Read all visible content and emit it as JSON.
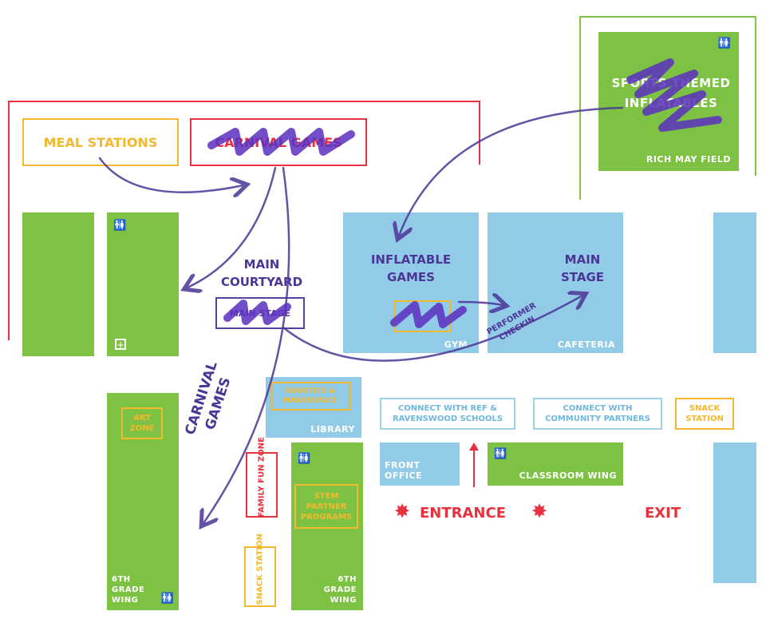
{
  "colors": {
    "building_green": "#7dc242",
    "building_blue": "#92cbe8",
    "accent_red": "#e8313f",
    "accent_yellow": "#f2b82e",
    "accent_purple": "#4b3596",
    "outline_teal": "#9fd3ea"
  },
  "labels": {
    "meal_stations": "MEAL STATIONS",
    "carnival_games_box": "CARNIVAL GAMES",
    "sports_inflatables": "SPORTS THEMED INFLATABLES",
    "rich_may_field": "RICH MAY FIELD",
    "main_courtyard": "MAIN COURTYARD",
    "main_stage_box": "MAIN STAGE",
    "inflatable_games": "INFLATABLE GAMES",
    "gym": "GYM",
    "main_stage_cafeteria": "MAIN STAGE",
    "cafeteria": "CAFETERIA",
    "performer_checkin": "PERFORMER CHECKIN",
    "carnival_games_side": "CARNIVAL GAMES",
    "robotics": "ROBOTICS & MAKERSPACE",
    "library": "LIBRARY",
    "connect_ref": "CONNECT WITH REF & RAVENSWOOD SCHOOLS",
    "connect_community": "CONNECT WITH COMMUNITY PARTNERS",
    "snack_station_right": "SNACK STATION",
    "art_zone": "ART ZONE",
    "family_fun_zone": "FAMILY FUN ZONE",
    "stem_partner": "STEM PARTNER PROGRAMS",
    "front_office": "FRONT OFFICE",
    "classroom_wing": "CLASSROOM WING",
    "entrance": "ENTRANCE",
    "exit": "EXIT",
    "snack_station_left": "SNACK STATION",
    "sixth_grade_wing_left": "6TH GRADE WING",
    "sixth_grade_wing_right": "6TH GRADE WING"
  },
  "icons": {
    "restroom": "restroom-icon",
    "first_aid": "first-aid-icon",
    "star": "star-icon"
  }
}
